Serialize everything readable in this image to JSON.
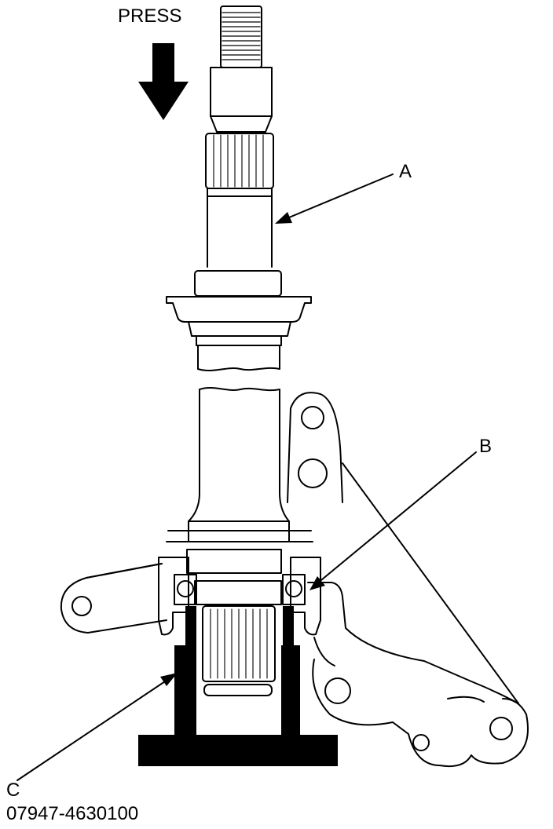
{
  "press_label": "PRESS",
  "callouts": {
    "a": "A",
    "b": "B",
    "c": "C"
  },
  "tool_number": "07947-4630100",
  "colors": {
    "ink": "#000000",
    "paper": "#ffffff"
  }
}
